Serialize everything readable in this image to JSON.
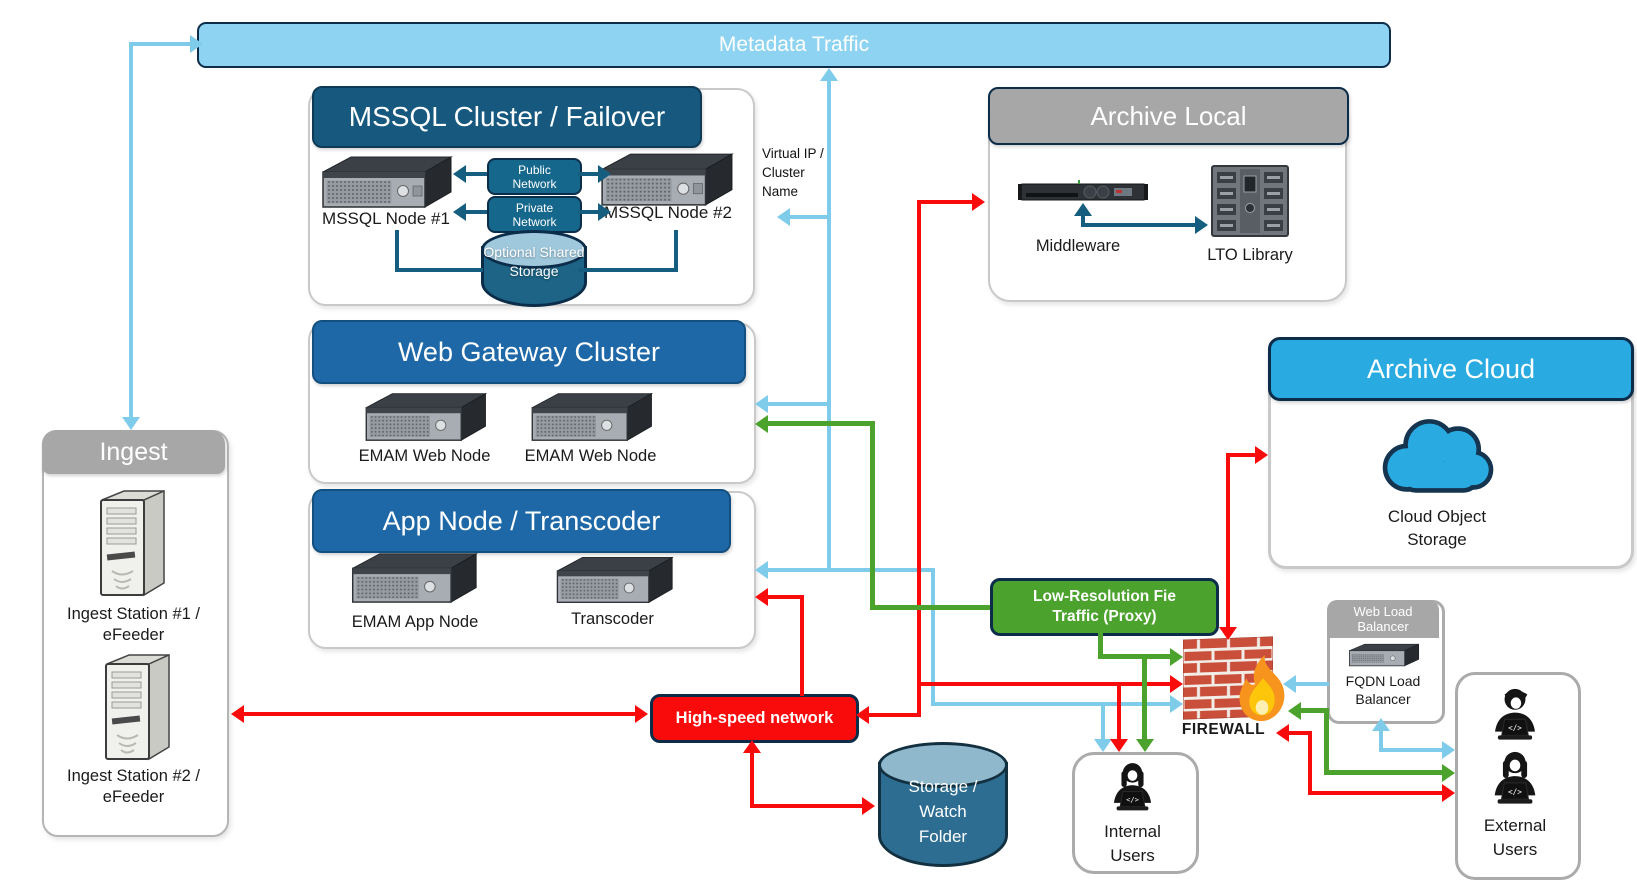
{
  "palette": {
    "metadata_blue": "#7FCBEA",
    "banner_fill": "#8ED3F1",
    "navy": "#0C2D4A",
    "mssql_header": "#16587E",
    "blue_header": "#1E68A7",
    "teal_pill": "#15678C",
    "teal_line": "#155E80",
    "cylinder_body": "#1D6486",
    "cylinder_top": "#9FC8DC",
    "storage_body": "#2D6D92",
    "storage_top": "#8FB8CD",
    "proxy_green": "#4BA32D",
    "high_res_red": "#F90B0B",
    "gray_header": "#A7A7A7",
    "cyan_header": "#29ABE2",
    "brick_red": "#C94F3B",
    "box_border": "#C9C9C9",
    "users_border": "#ABABAB"
  },
  "banner": {
    "label": "Metadata Traffic"
  },
  "virtual_ip": {
    "note": "Virtual IP / Cluster Name"
  },
  "mssql": {
    "title": "MSSQL Cluster / Failover",
    "node1_label": "MSSQL Node #1",
    "node2_label": "MSSQL Node #2",
    "public_pill": "Public Network",
    "private_pill": "Private Network",
    "shared_storage": "Optional Shared Storage"
  },
  "web_gateway": {
    "title": "Web Gateway Cluster",
    "node1_label": "EMAM Web Node",
    "node2_label": "EMAM Web Node"
  },
  "app_node": {
    "title": "App Node / Transcoder",
    "node1_label": "EMAM App Node",
    "node2_label": "Transcoder"
  },
  "ingest": {
    "title": "Ingest",
    "station1_label": "Ingest Station #1 / eFeeder",
    "station2_label": "Ingest Station #2 / eFeeder"
  },
  "archive_local": {
    "title": "Archive Local",
    "middleware_label": "Middleware",
    "lto_label": "LTO Library"
  },
  "archive_cloud": {
    "title": "Archive Cloud",
    "storage_label": "Cloud Object Storage"
  },
  "proxy_box": {
    "line1": "Low-Resolution Fie",
    "line2": "Traffic (Proxy)"
  },
  "hsn": {
    "label": "High-speed network"
  },
  "storage": {
    "label": "Storage / Watch Folder"
  },
  "firewall": {
    "label": "FIREWALL"
  },
  "internal_users": {
    "label": "Internal Users"
  },
  "external_users": {
    "label": "External Users"
  },
  "wlb": {
    "header": "Web Load Balancer",
    "label": "FQDN Load Balancer"
  },
  "icons": {
    "rack_server": "isometric-rack-server-icon",
    "tower_server": "tower-workstation-icon",
    "database_cylinder": "database-cylinder-icon",
    "cloud": "cloud-icon",
    "firewall": "brick-wall-flame-icon",
    "user": "person-with-laptop-icon",
    "tape_library": "lto-tape-library-icon",
    "rack_1u": "1u-appliance-icon"
  }
}
